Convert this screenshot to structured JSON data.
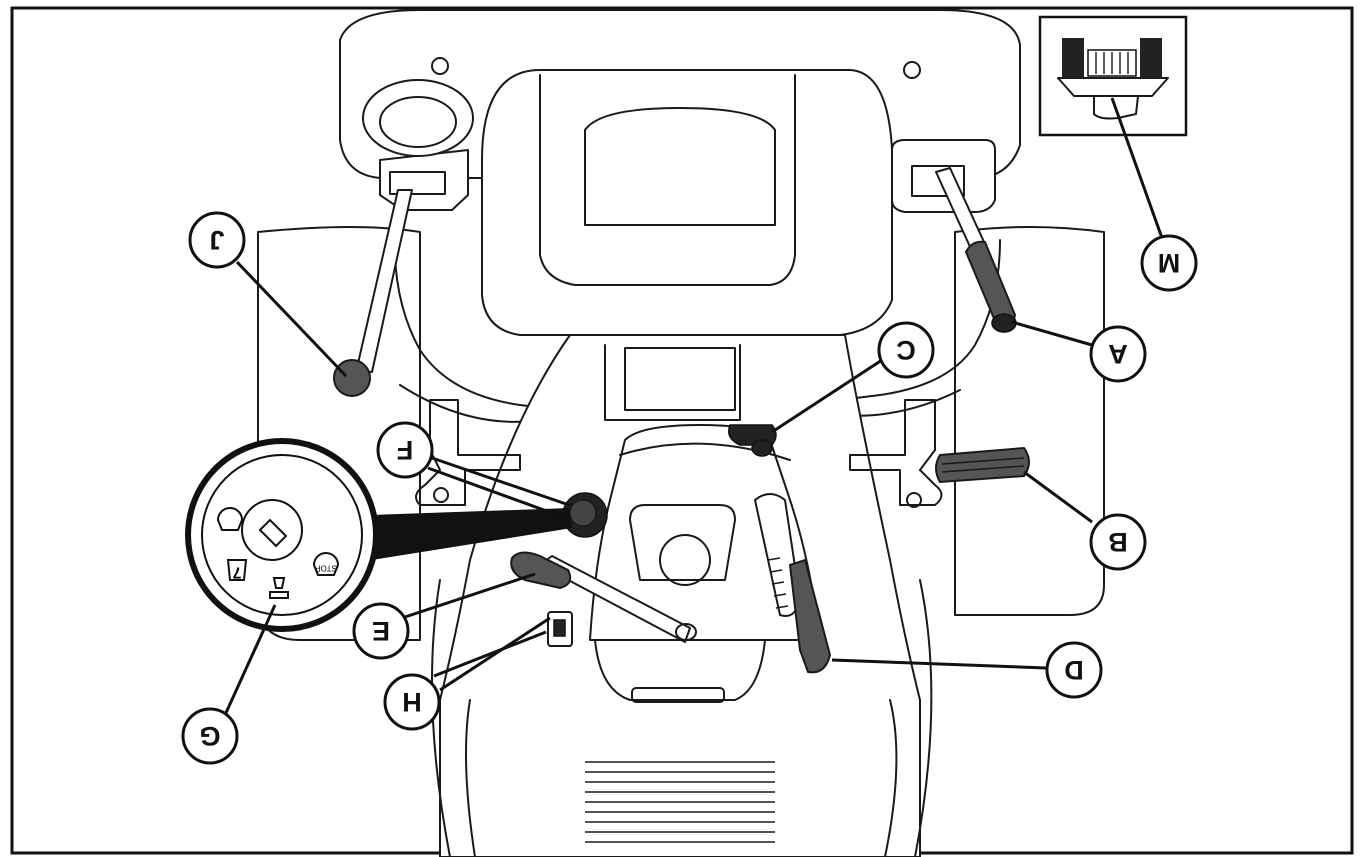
{
  "figure": {
    "colors": {
      "line": "#1a1a1a",
      "background": "#ffffff",
      "control_fill": "#555555"
    },
    "callouts": [
      {
        "id": "A",
        "label": "A",
        "part": "lever-left-of-seat"
      },
      {
        "id": "B",
        "label": "B",
        "part": "pedal"
      },
      {
        "id": "C",
        "label": "C",
        "part": "small-lever"
      },
      {
        "id": "D",
        "label": "D",
        "part": "lever-with-quadrant"
      },
      {
        "id": "E",
        "label": "E",
        "part": "lever-center"
      },
      {
        "id": "F",
        "label": "F",
        "part": "knob"
      },
      {
        "id": "G",
        "label": "G",
        "part": "ignition-switch"
      },
      {
        "id": "H",
        "label": "H",
        "part": "socket"
      },
      {
        "id": "J",
        "label": "J",
        "part": "lever-right-of-seat"
      },
      {
        "id": "M",
        "label": "M",
        "part": "fuse-holder"
      }
    ],
    "ignition_detail": {
      "stop_label": "STOP"
    }
  }
}
